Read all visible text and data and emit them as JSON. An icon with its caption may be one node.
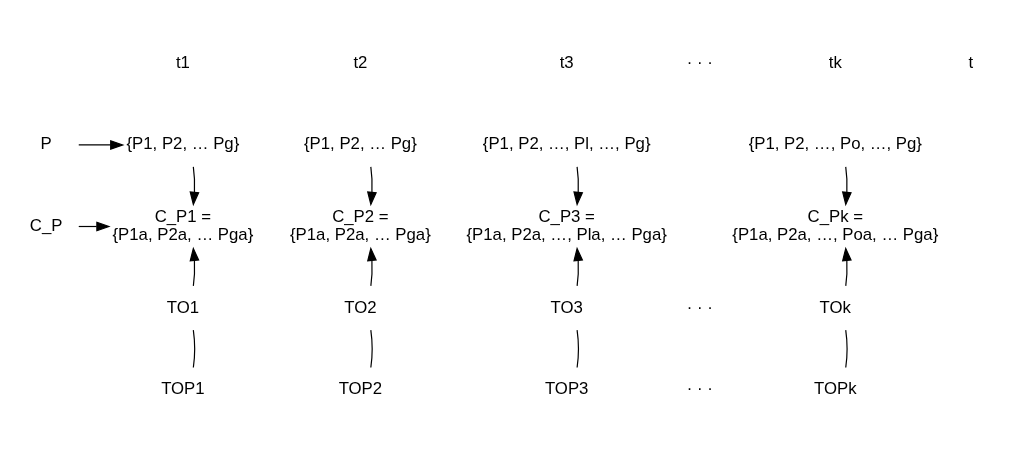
{
  "diagram": {
    "nodes": [
      {
        "text": [
          "P"
        ]
      },
      {
        "text": [
          "{P1, P2, … Pg}"
        ]
      },
      {
        "text": [
          "{P1, P2, … Pg}"
        ]
      },
      {
        "text": [
          "{P1, P2, …, Pl, …, Pg}"
        ]
      },
      {
        "text": [
          "{P1, P2, …, Po, …, Pg}"
        ]
      },
      {
        "text": [
          "C_P"
        ]
      },
      {
        "text": [
          "C_P1 =",
          "{P1a, P2a, … Pga}"
        ]
      },
      {
        "text": [
          "C_P2 =",
          "{P1a, P2a, … Pga}"
        ]
      },
      {
        "text": [
          "C_P3 =",
          "{P1a, P2a, …, Pla, … Pga}"
        ]
      },
      {
        "text": [
          "C_Pk =",
          "{P1a, P2a, …, Poa, … Pga}"
        ]
      },
      {
        "text": [
          "TO1"
        ]
      },
      {
        "text": [
          "TO2"
        ]
      },
      {
        "text": [
          "TO3"
        ]
      },
      {
        "text": [
          "TOk"
        ]
      },
      {
        "text": [
          "TOP1"
        ]
      },
      {
        "text": [
          "TOP2"
        ]
      },
      {
        "text": [
          "TOP3"
        ]
      },
      {
        "text": [
          "TOPk"
        ]
      }
    ],
    "edges": [
      {
        "from": 0,
        "to": 1,
        "arrow": "to"
      },
      {
        "from": 1,
        "to": 6,
        "arrow": "to"
      },
      {
        "from": 2,
        "to": 7,
        "arrow": "to"
      },
      {
        "from": 3,
        "to": 8,
        "arrow": "to"
      },
      {
        "from": 4,
        "to": 9,
        "arrow": "to"
      },
      {
        "from": 5,
        "to": 6,
        "arrow": "to"
      },
      {
        "from": 10,
        "to": 6,
        "arrow": "to"
      },
      {
        "from": 11,
        "to": 7,
        "arrow": "to"
      },
      {
        "from": 12,
        "to": 8,
        "arrow": "to"
      },
      {
        "from": 13,
        "to": 9,
        "arrow": "to"
      },
      {
        "from": 14,
        "to": 10,
        "arrow": "none"
      },
      {
        "from": 15,
        "to": 11,
        "arrow": "none"
      },
      {
        "from": 16,
        "to": 12,
        "arrow": "none"
      },
      {
        "from": 17,
        "to": 13,
        "arrow": "none"
      }
    ],
    "labels": [
      "t1",
      "t2",
      "t3",
      "· · ·",
      "tk",
      "t",
      "· · ·",
      "· · ·"
    ]
  }
}
